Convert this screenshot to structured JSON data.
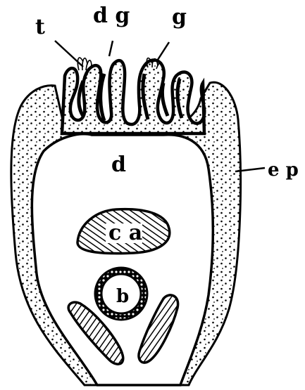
{
  "labels": {
    "t": "t",
    "dg": "d g",
    "g": "g",
    "d": "d",
    "ep": "e p",
    "ca": "c a",
    "b": "b"
  },
  "colors": {
    "ink": "#000000",
    "paper": "#ffffff"
  }
}
